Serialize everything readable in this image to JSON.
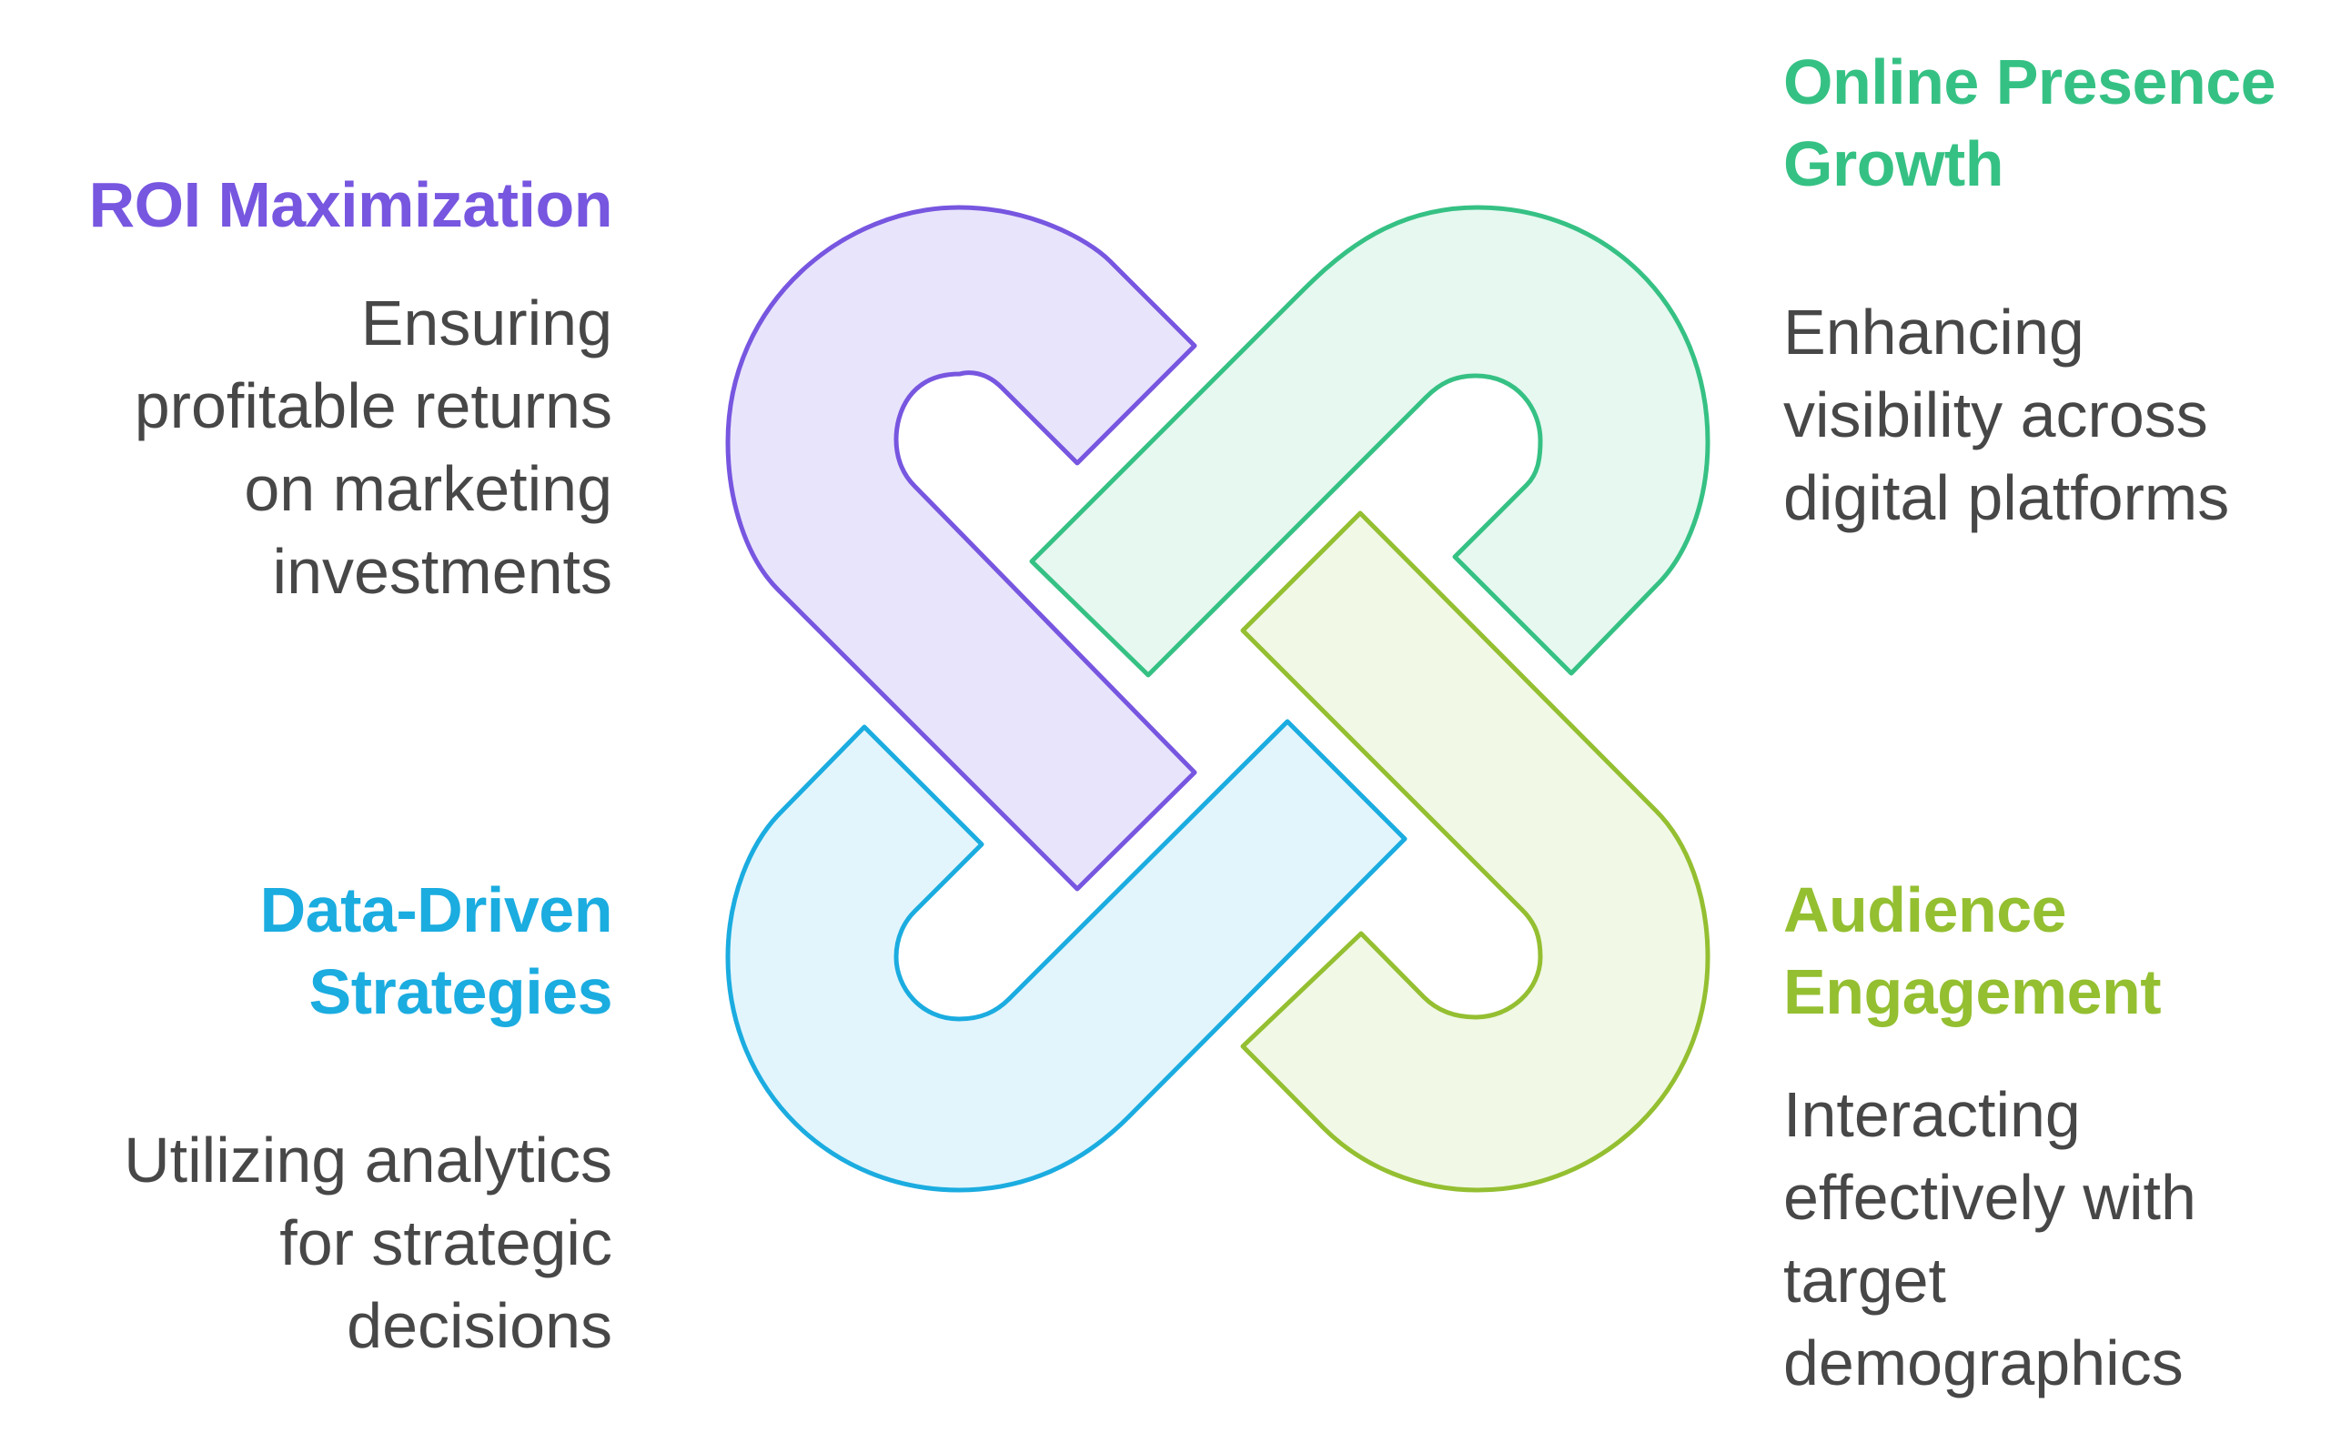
{
  "colors": {
    "roi": {
      "stroke": "#7756E0",
      "fill": "#E8E4FB"
    },
    "online": {
      "stroke": "#36C184",
      "fill": "#E6F8F0"
    },
    "audience": {
      "stroke": "#94BF31",
      "fill": "#F1F8E6"
    },
    "data": {
      "stroke": "#1BACE0",
      "fill": "#E2F5FC"
    },
    "text": "#474747"
  },
  "items": {
    "roi": {
      "title_lines": [
        "ROI Maximization"
      ],
      "desc_lines": [
        "Ensuring",
        "profitable returns",
        "on marketing",
        "investments"
      ]
    },
    "online": {
      "title_lines": [
        "Online Presence",
        "Growth"
      ],
      "desc_lines": [
        "Enhancing",
        "visibility across",
        "digital platforms"
      ]
    },
    "data": {
      "title_lines": [
        "Data-Driven",
        "Strategies"
      ],
      "desc_lines": [
        "Utilizing analytics",
        "for strategic",
        "decisions"
      ]
    },
    "audience": {
      "title_lines": [
        "Audience",
        "Engagement"
      ],
      "desc_lines": [
        "Interacting",
        "effectively with",
        "target",
        "demographics"
      ]
    }
  }
}
